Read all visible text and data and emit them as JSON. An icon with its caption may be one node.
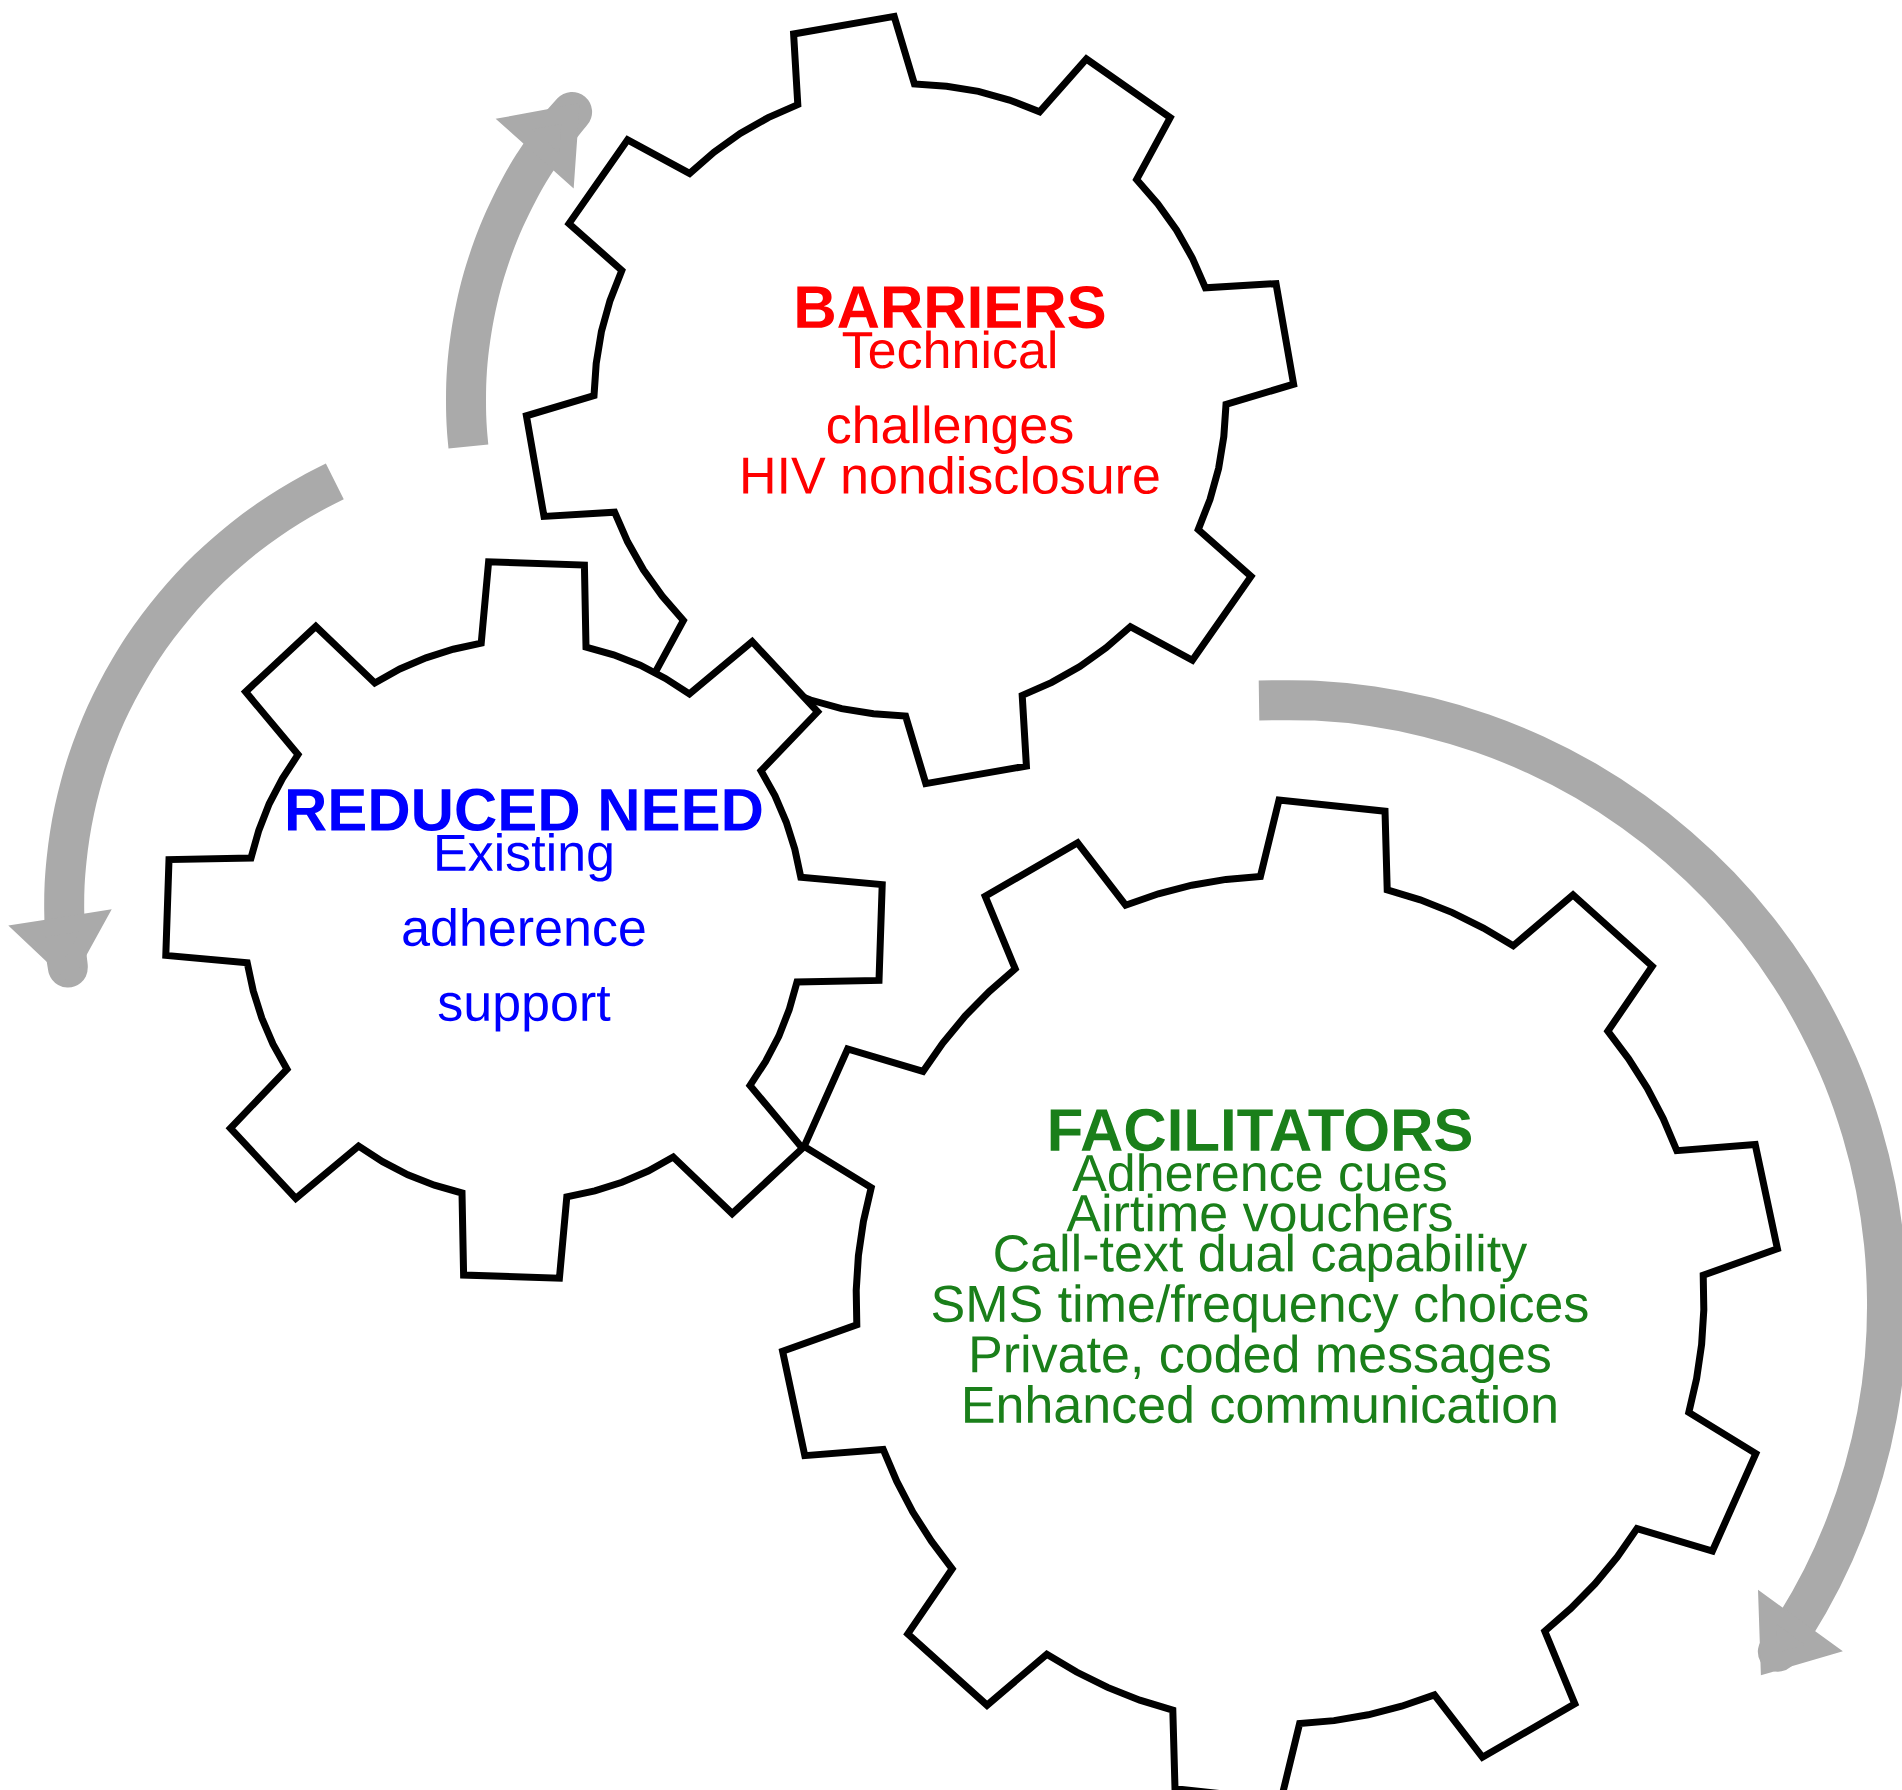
{
  "diagram": {
    "nodes": [
      {
        "text": [
          "BARRIERS",
          "Technical challenges",
          "HIV nondisclosure"
        ]
      },
      {
        "text": [
          "REDUCED NEED",
          "Existing adherence support"
        ]
      },
      {
        "text": [
          "FACILITATORS",
          "Adherence cues",
          "Airtime vouchers",
          "Call-text dual capability",
          "SMS time/frequency choices",
          "Private, coded messages",
          "Enhanced communication"
        ]
      }
    ]
  }
}
